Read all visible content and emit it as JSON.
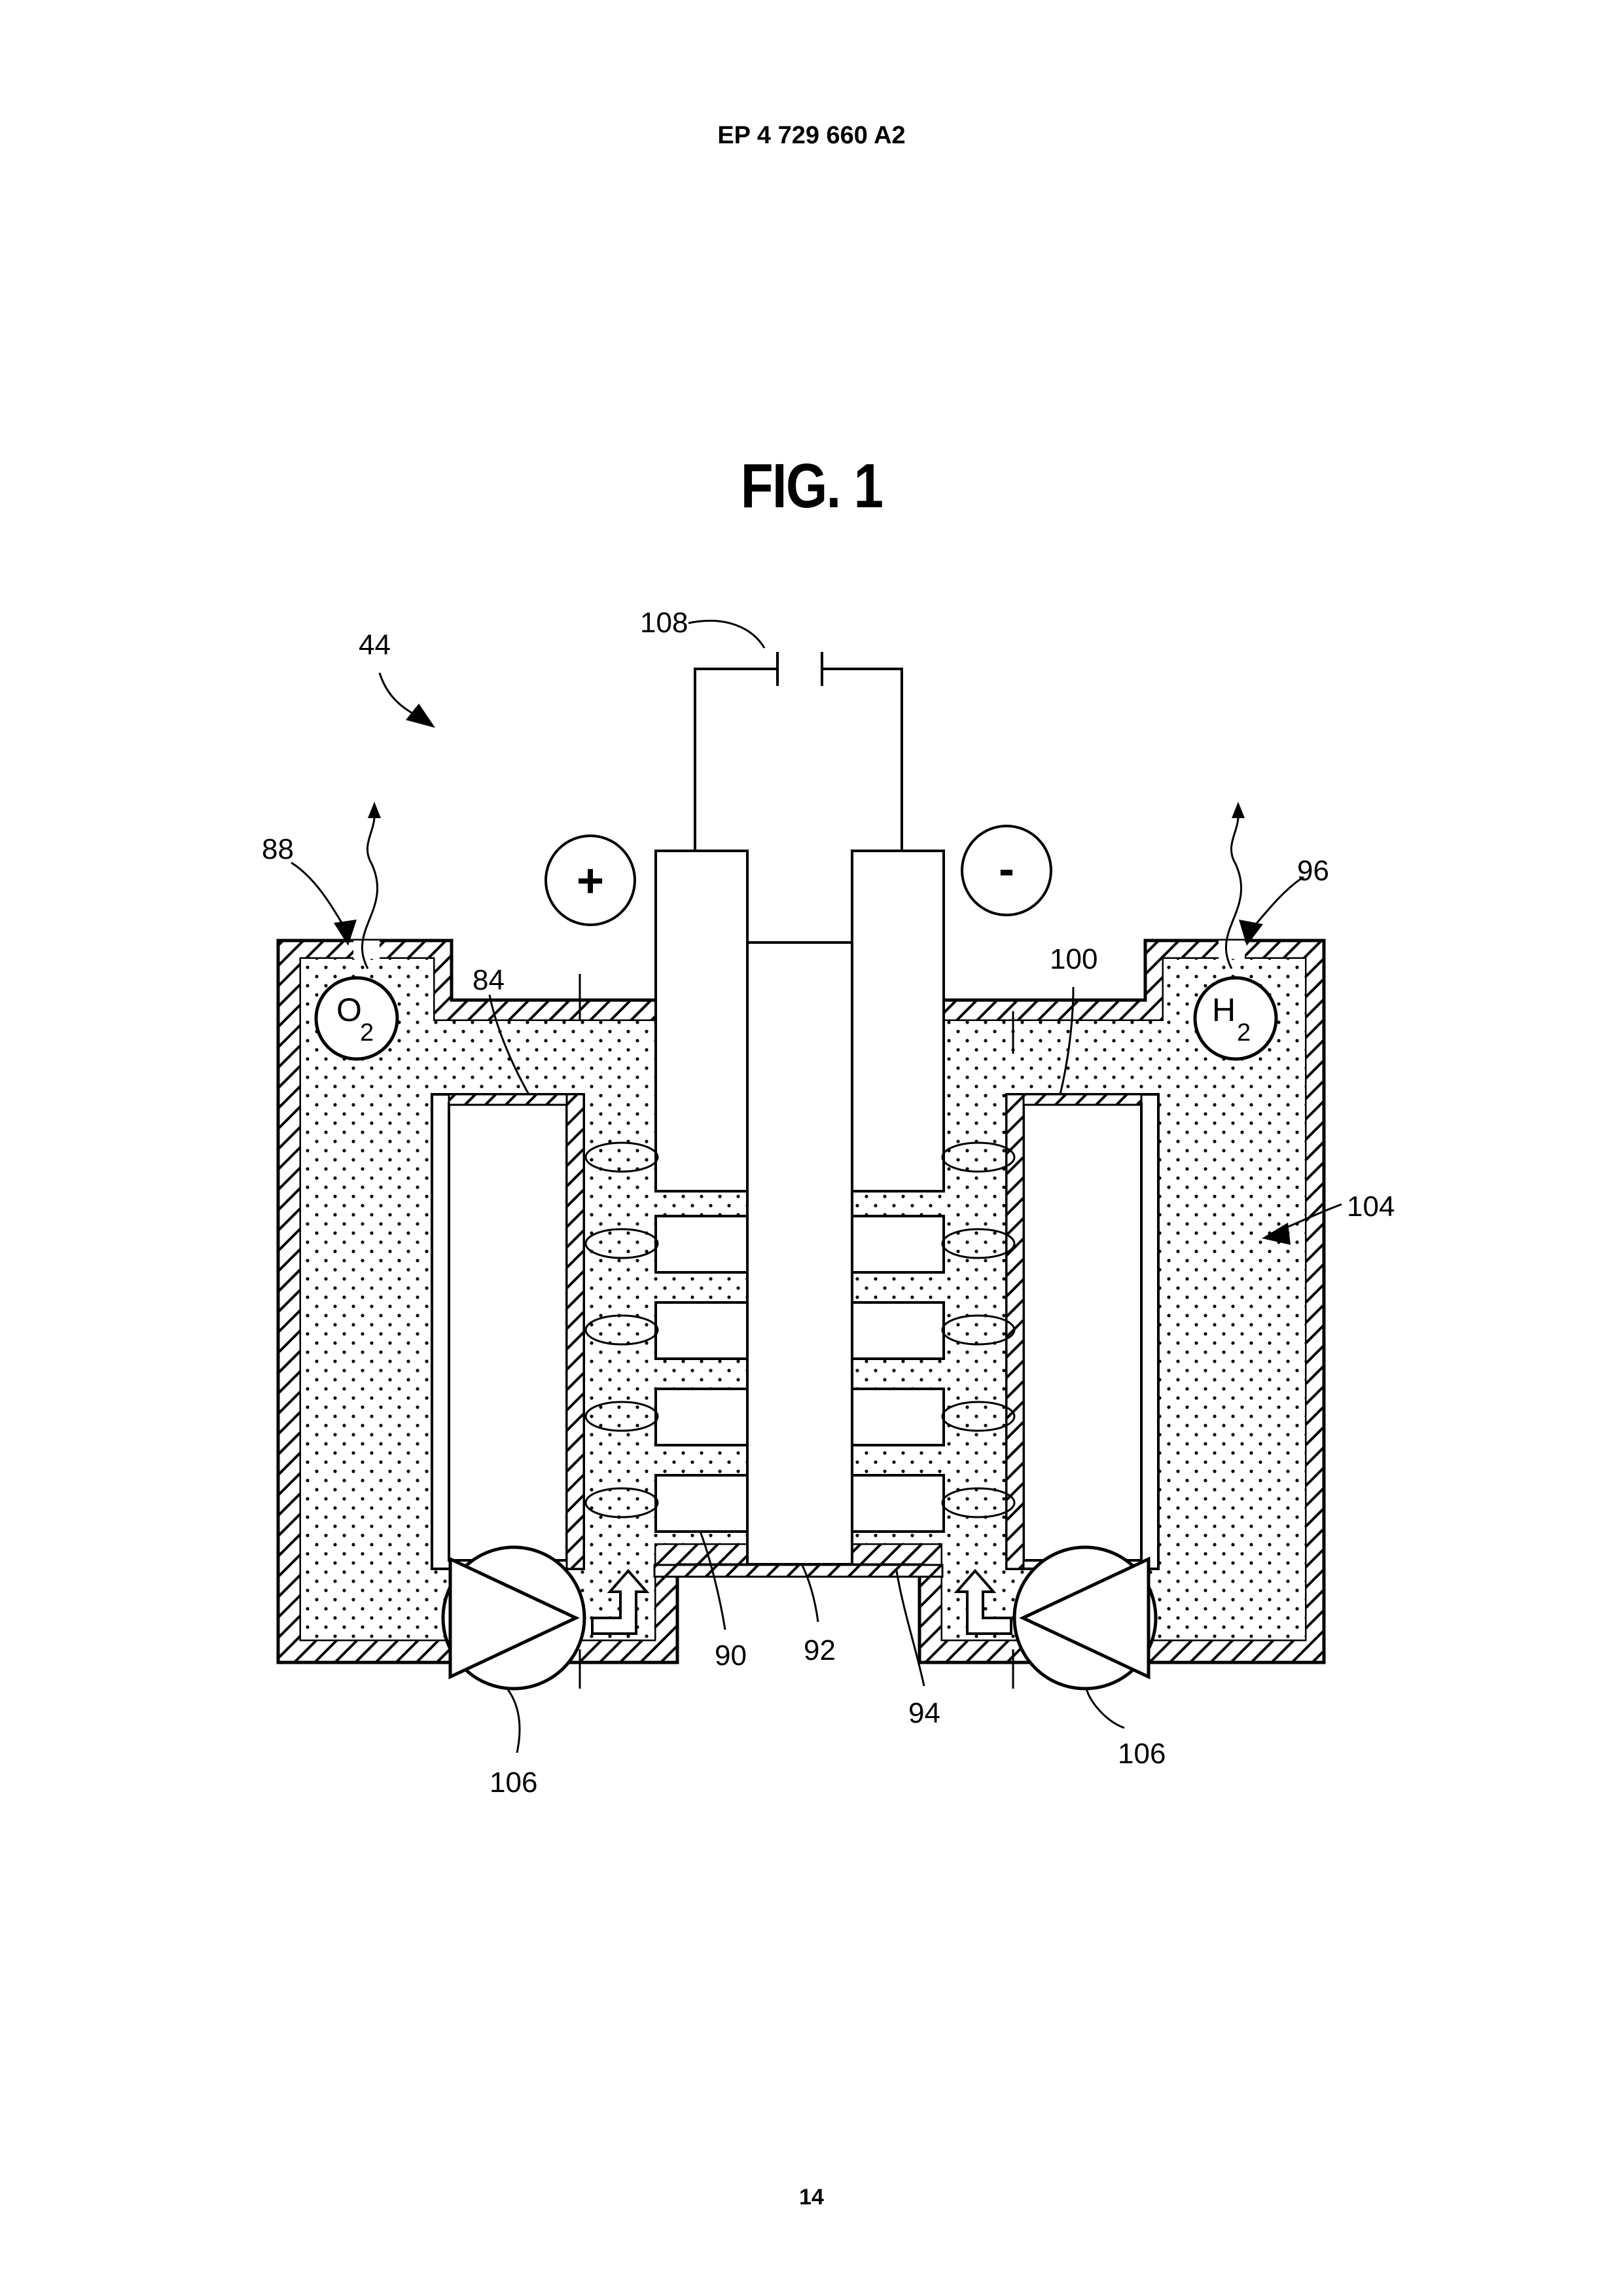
{
  "header": {
    "publication_number": "EP 4 729 660 A2"
  },
  "figure": {
    "title": "FIG. 1"
  },
  "page": {
    "number": "14"
  },
  "diagram": {
    "polarity": {
      "positive": "+",
      "negative": "-"
    },
    "gases": {
      "oxygen": {
        "symbol": "O",
        "subscript": "2"
      },
      "hydrogen": {
        "symbol": "H",
        "subscript": "2"
      }
    },
    "reference_numerals": {
      "system": "44",
      "oxygen_outlet": "88",
      "membrane_left": "84",
      "hydrogen_outlet": "96",
      "membrane_right": "100",
      "electrolyte": "104",
      "power_source": "108",
      "anode": "90",
      "separator": "92",
      "cathode": "94",
      "pump_left": "106",
      "pump_right": "106"
    }
  }
}
